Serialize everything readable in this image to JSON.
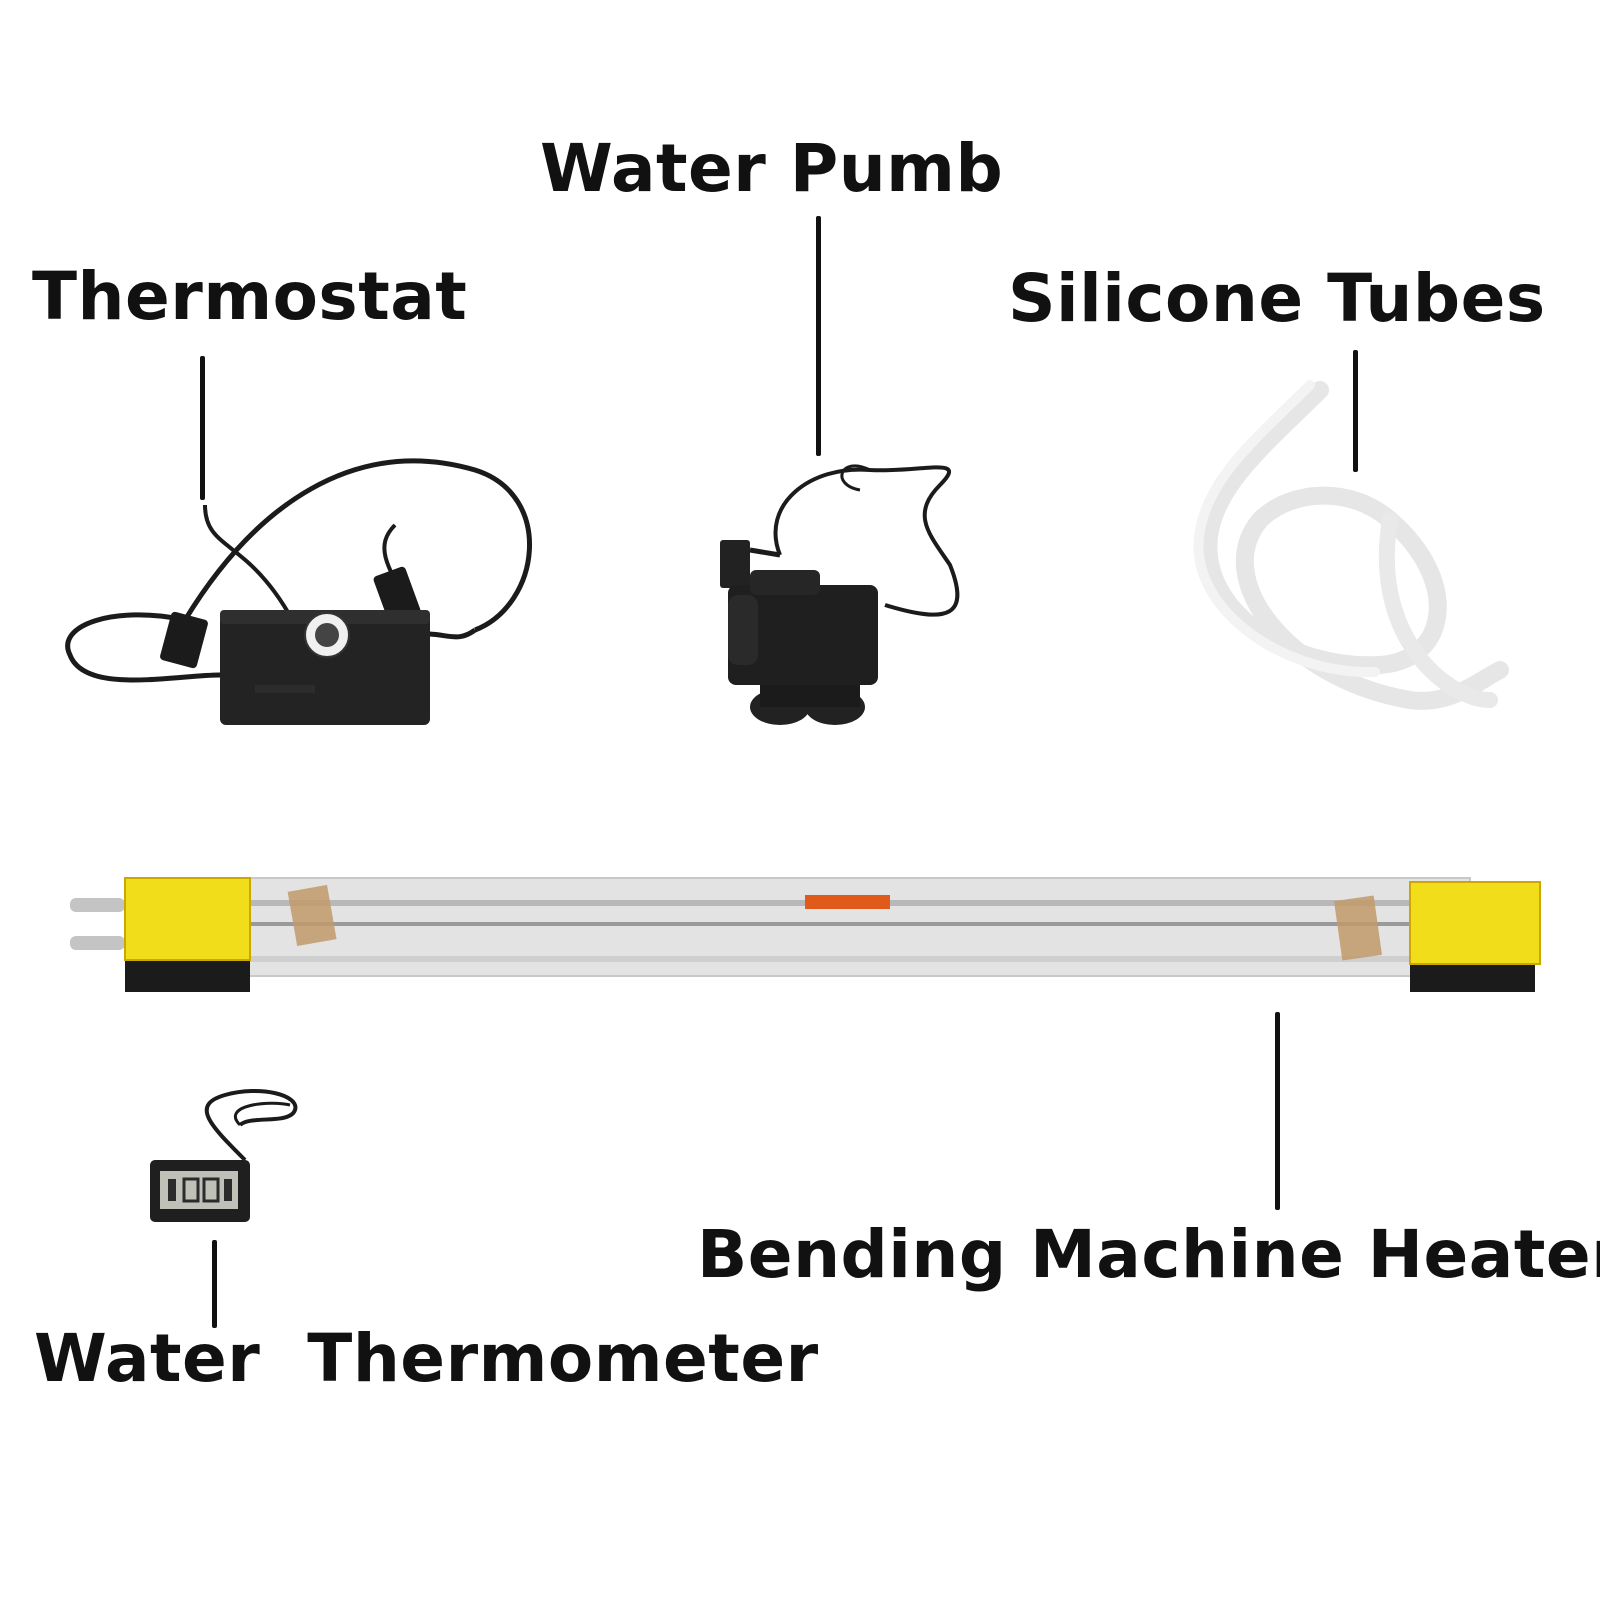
{
  "labels": {
    "water_pump": "Water Pumb",
    "thermostat": "Thermostat",
    "silicone_tubes": "Silicone Tubes",
    "bending_heater": "Bending Machine Heater",
    "water_thermometer": "Water  Thermometer"
  },
  "colors": {
    "text": "#111111",
    "device_black": "#1b1b1b",
    "label_yellow": "#f2dd1a",
    "orange_tag": "#e05a1a",
    "tape_brown": "#c29a6a",
    "aluminium": "#e3e3e3",
    "silicone": "#eeeeee"
  },
  "icons": [
    "thermostat-icon",
    "water-pump-icon",
    "silicone-tubes-icon",
    "bending-heater-icon",
    "thermometer-icon"
  ]
}
